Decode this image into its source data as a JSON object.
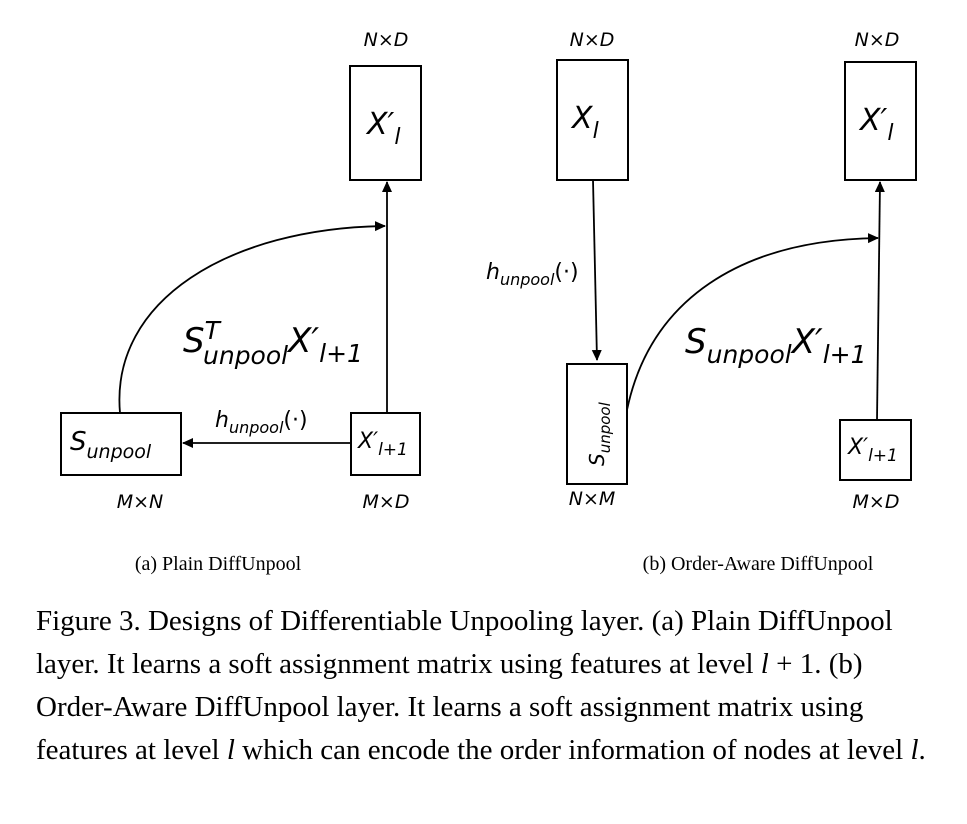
{
  "panel_a": {
    "top_box_label": "X′",
    "top_box_sub": "l",
    "top_dim": "N×D",
    "s_box_label": "S",
    "s_box_sub": "unpool",
    "s_dim": "M×N",
    "x_box_label": "X′",
    "x_box_sub": "l+1",
    "x_dim": "M×D",
    "h_label": "h",
    "h_sub": "unpool",
    "h_arg": "(·)",
    "big_S": "S",
    "big_S_sup": "T",
    "big_S_sub": "unpool",
    "big_X": "X′",
    "big_X_sub": "l+1",
    "subcaption": "(a) Plain DiffUnpool"
  },
  "panel_b": {
    "xl_box_label": "X",
    "xl_box_sub": "l",
    "xl_dim": "N×D",
    "top_box_label": "X′",
    "top_box_sub": "l",
    "top_dim": "N×D",
    "h_label": "h",
    "h_sub": "unpool",
    "h_arg": "(·)",
    "s_box_label": "S",
    "s_box_sub": "unpool",
    "s_dim": "N×M",
    "big_S": "S",
    "big_S_sub": "unpool",
    "big_X": "X′",
    "big_X_sub": "l+1",
    "x_box_label": "X′",
    "x_box_sub": "l+1",
    "x_dim": "M×D",
    "subcaption": "(b) Order-Aware DiffUnpool"
  },
  "caption": {
    "lead": "Figure 3. Designs of Differentiable Unpooling layer. (a) Plain DiffUnpool layer. It learns a soft assignment matrix using features at level ",
    "var1": "l",
    "plus": " + 1.  (b) Order-Aware DiffUnpool layer.  It learns a soft assignment matrix using features at level ",
    "var2": "l",
    "mid": " which can encode the order information of nodes at level ",
    "var3": "l",
    "end": "."
  }
}
